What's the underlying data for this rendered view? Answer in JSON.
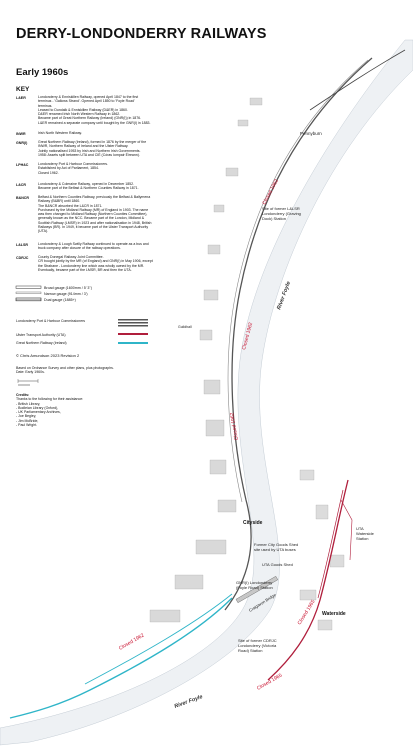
{
  "title": "DERRY-LONDONDERRY RAILWAYS",
  "subtitle": "Early 1960s",
  "key": {
    "heading": "KEY",
    "entries": [
      {
        "abbr": "L&ER",
        "lines": [
          "Londonderry & Enniskillen Railway, opened April 1847 to the first",
          "terminus - 'Gallows Strand'.   Opened April 1850 to 'Foyle Road'",
          "terminus.",
          "Leased to Dundalk & Enniskillen Railway (D&ER) in 1860.",
          "D&ER renamed Irish North Western Railway in 1862.",
          "Became part of Great Northern Railway (Ireland) (GNR(I)) in 1876.",
          "L&ER remained a separate company until bought by the GNR(I) in 1883."
        ]
      },
      {
        "abbr": "INWR",
        "lines": [
          "Irish North Western Railway."
        ]
      },
      {
        "abbr": "GNR(I)",
        "lines": [
          "Great Northern Railway (Ireland), formed in 1876 by the merger of the",
          "INWR, Northern Railway of Ireland and the Ulster Railway.",
          "Jointly nationalised 1953 by Irish and Northern Irish Governments.",
          "1958:  Assets split between UTA and CIÉ (Córas Iompair Éireann)."
        ]
      },
      {
        "abbr": "LPH&C",
        "lines": [
          "Londonderry Port & Harbour Commissioners.",
          "Established by Act of Parliament, 1854.",
          "Closed 1962."
        ]
      },
      {
        "abbr": "L&CR",
        "lines": [
          "Londonderry & Coleraine Railway, opened in December 1852.",
          "Became part of the Belfast & Northern Counties Railway in 1871."
        ]
      },
      {
        "abbr": "B&NCR",
        "lines": [
          "Belfast & Northern Counties Railway, previously the Belfast & Ballymena",
          "Railway (B&BR) until 1860.",
          "The B&NCR absorbed the L&CR in 1871.",
          "Purchased by the Midland Railway (MR) of England in 1903.  The name",
          "was then changed to Midland Railway (Northern Counties Committee),",
          "generally known as the NCC.   Became part of the London, Midland &",
          "Scottish Railway (LMSR) in 1923 and after nationalisation in 1948, British",
          "Railways (BR).  In 1949, it became part of the Ulster Transport Authority",
          "(UTA)."
        ]
      },
      {
        "abbr": "L&LSR",
        "lines": [
          "Londonderry & Lough Swilly Railway continued to operate as a bus and",
          "truck company after closure of the railway operations."
        ]
      },
      {
        "abbr": "CDRJC",
        "lines": [
          "County Donegal Railway Joint Committee.",
          "CR bought jointly by the MR (of England) and GNR(I) in May 1906, except",
          "the Strabane - Londonderry line which was wholly owned by the MR.",
          "Eventually, became part of the LMSR, BR and then the UTA."
        ]
      }
    ]
  },
  "gauge_legend": [
    {
      "label": "Broad gauge (1600mm / 5' 3\")"
    },
    {
      "label": "Narrow gauge (914mm / 3')"
    },
    {
      "label": "Dual gauge (1885+)"
    }
  ],
  "owner_legend": [
    {
      "label": "Londonderry Port & Harbour Commissioners",
      "color": "#555555"
    },
    {
      "label": "Ulster Transport Authority (UTA)",
      "color": "#b01e3c"
    },
    {
      "label": "Great Northern Railway (Ireland)",
      "color": "#2fb5c8"
    }
  ],
  "copyright": "© Chris Amundson 2023   Revision 2",
  "sources": [
    "Based on Ordnance Survey and other plans, plus photographs.",
    "Date:  Early 1960s."
  ],
  "credits": {
    "heading": "Credits:",
    "intro": "Thanks to the following for their assistance:",
    "items": [
      "- British Library,",
      "- Bodleian Library (Oxford),",
      "- UK Parliamentary Archives,",
      "- Joe Begley,",
      "- Jim McBride,",
      "- Paul Wright."
    ]
  },
  "map_labels": {
    "pennyburn": "Pennyburn",
    "river_foyle_1": "River Foyle",
    "river_foyle_2": "River Foyle",
    "closed_1": "Closed 1962",
    "closed_2": "Closed 1962",
    "closed_3": "Closed 1962",
    "closed_4": "Closed 1965",
    "closed_5": "Closed 1965",
    "graving_dock": [
      "Site of former L&LSR",
      "Londonderry (Graving",
      "Dock) Station"
    ],
    "cityside": "Cityside",
    "waterside": "Waterside",
    "uta_station": [
      "UTA",
      "Waterside",
      "Station"
    ],
    "uta_goods_shed": "UTA Goods Shed",
    "former_goods": [
      "Former City Goods Shed",
      "site used by UTA buses"
    ],
    "gnri_station": [
      "GNR(I) Londonderry",
      "(Foyle Road) Station"
    ],
    "craigavon_bridge": "Craigavon Bridge",
    "cdrjc_station": [
      "Site of former CDRJC",
      "Londonderry (Victoria",
      "Road) Station"
    ],
    "guildhall": "Guildhall"
  }
}
